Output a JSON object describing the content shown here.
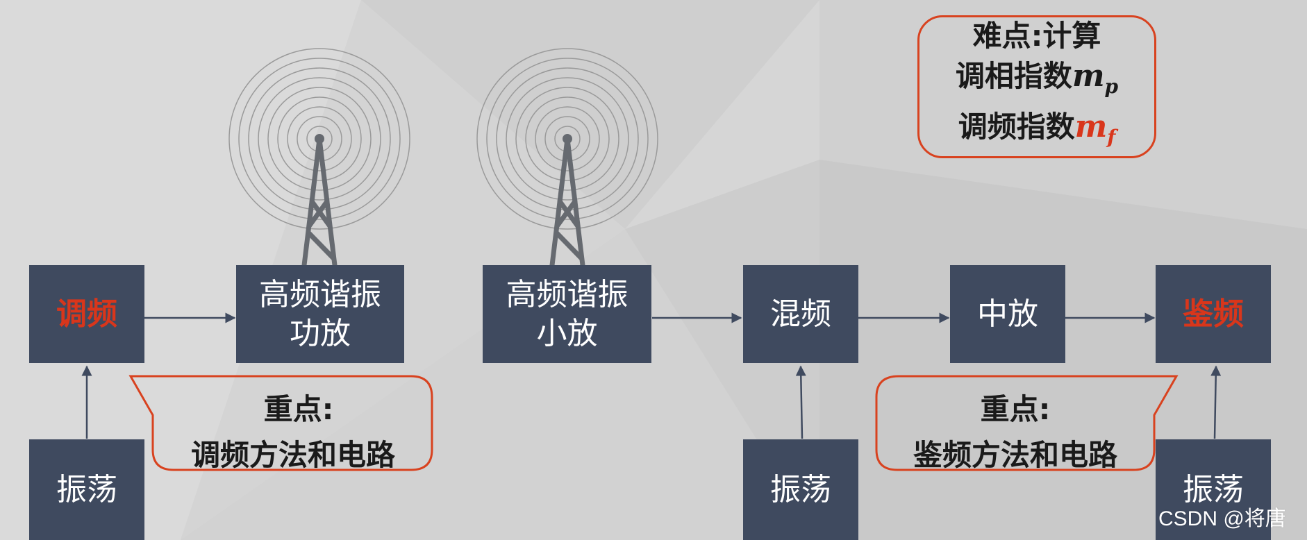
{
  "blocks": {
    "fm": "调频",
    "hf_amp_top": "高频谐振",
    "hf_amp_bottom": "功放",
    "hf_small_top": "高频谐振",
    "hf_small_bottom": "小放",
    "mixer": "混频",
    "if_amp": "中放",
    "discriminator": "鉴频",
    "osc_left": "振荡",
    "osc_mid": "振荡",
    "osc_right": "振荡"
  },
  "callouts": {
    "left_title": "重点:",
    "left_body": "调频方法和电路",
    "right_title": "重点:",
    "right_body": "鉴频方法和电路"
  },
  "note": {
    "line1": "难点:计算",
    "line2_text": "调相指数",
    "line2_m": "m",
    "line2_sub": "p",
    "line3_text": "调频指数",
    "line3_m": "m",
    "line3_sub": "f"
  },
  "watermark": "CSDN @将唐",
  "colors": {
    "block_fill": "#3f4a5f",
    "highlight_red": "#d9361b",
    "callout_border": "#d8421f",
    "arrow": "#3f4a5f"
  }
}
